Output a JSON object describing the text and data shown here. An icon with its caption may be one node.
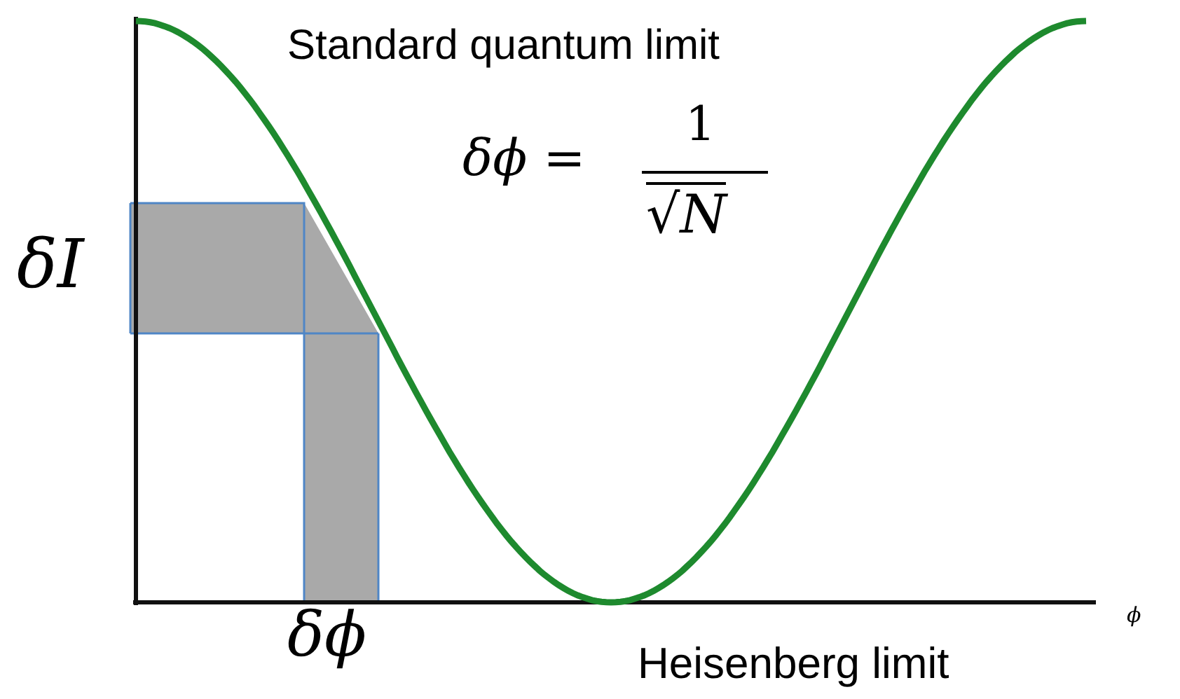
{
  "diagram": {
    "labels": [
      "Standard quantum limit",
      "*δϕ* =",
      "1",
      "√*N*",
      "δI",
      "δϕ",
      "ϕ",
      "Heisenberg limit"
    ]
  }
}
